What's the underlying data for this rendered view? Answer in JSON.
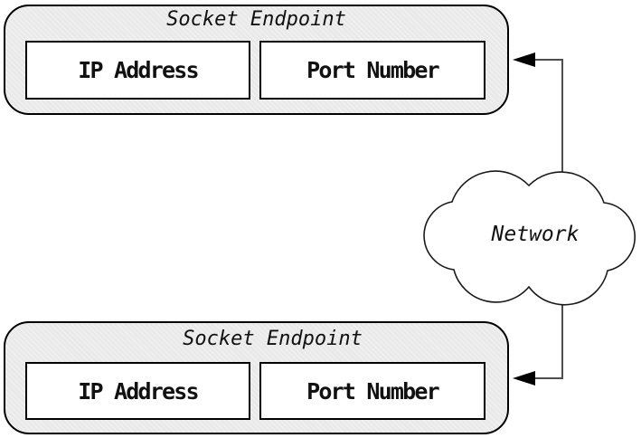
{
  "diagram": {
    "endpoints": [
      {
        "title": "Socket Endpoint",
        "fields": [
          "IP Address",
          "Port Number"
        ]
      },
      {
        "title": "Socket Endpoint",
        "fields": [
          "IP Address",
          "Port Number"
        ]
      }
    ],
    "network_label": "Network",
    "colors": {
      "endpoint_fill": "#e9e9e9",
      "endpoint_border": "#000000",
      "field_fill": "#ffffff",
      "field_border": "#000000",
      "connector_line": "#4d4d4d",
      "arrowhead": "#000000",
      "cloud_fill": "#ffffff",
      "cloud_outline": "#1a1a1a"
    }
  }
}
